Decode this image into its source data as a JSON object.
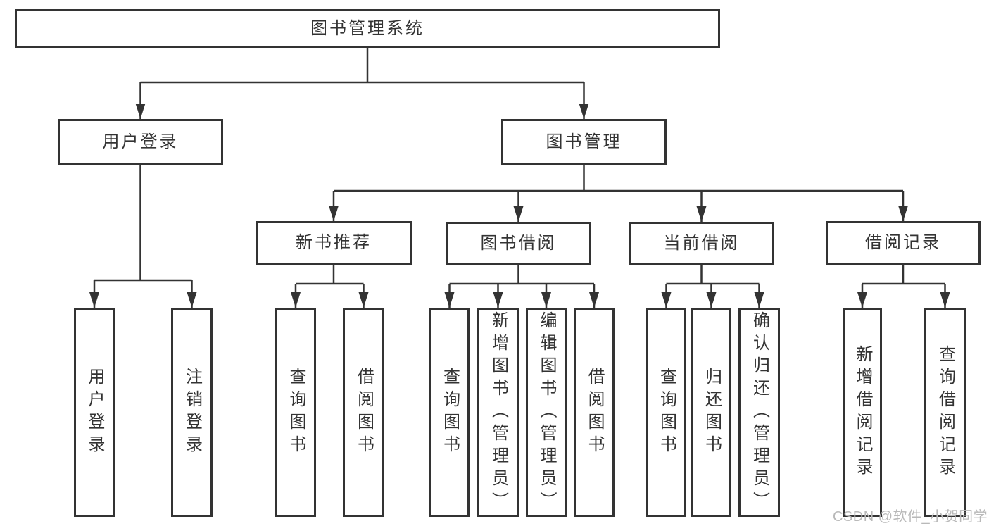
{
  "nodes": [
    {
      "id": "library-system",
      "label": "图书管理系统",
      "level": 1,
      "parent": null
    },
    {
      "id": "user-login",
      "label": "用户登录",
      "level": 2,
      "parent": "library-system"
    },
    {
      "id": "book-management",
      "label": "图书管理",
      "level": 2,
      "parent": "library-system"
    },
    {
      "id": "new-book-recommend",
      "label": "新书推荐",
      "level": 3,
      "parent": "book-management"
    },
    {
      "id": "book-borrowing",
      "label": "图书借阅",
      "level": 3,
      "parent": "book-management"
    },
    {
      "id": "current-borrowing",
      "label": "当前借阅",
      "level": 3,
      "parent": "book-management"
    },
    {
      "id": "borrowing-records",
      "label": "借阅记录",
      "level": 3,
      "parent": "book-management"
    },
    {
      "id": "leaf-user-login",
      "label": "用户登录",
      "level": 4,
      "parent": "user-login"
    },
    {
      "id": "leaf-logout",
      "label": "注销登录",
      "level": 4,
      "parent": "user-login"
    },
    {
      "id": "leaf-query-books-rec",
      "label": "查询图书",
      "level": 4,
      "parent": "new-book-recommend"
    },
    {
      "id": "leaf-borrow-books-rec",
      "label": "借阅图书",
      "level": 4,
      "parent": "new-book-recommend"
    },
    {
      "id": "leaf-query-books-borrow",
      "label": "查询图书",
      "level": 4,
      "parent": "book-borrowing"
    },
    {
      "id": "leaf-add-books-admin",
      "label": "新增图书（管理员）",
      "level": 4,
      "parent": "book-borrowing"
    },
    {
      "id": "leaf-edit-books-admin",
      "label": "编辑图书（管理员）",
      "level": 4,
      "parent": "book-borrowing"
    },
    {
      "id": "leaf-borrow-books-borrow",
      "label": "借阅图书",
      "level": 4,
      "parent": "book-borrowing"
    },
    {
      "id": "leaf-query-books-current",
      "label": "查询图书",
      "level": 4,
      "parent": "current-borrowing"
    },
    {
      "id": "leaf-return-books",
      "label": "归还图书",
      "level": 4,
      "parent": "current-borrowing"
    },
    {
      "id": "leaf-confirm-return-admin",
      "label": "确认归还（管理员）",
      "level": 4,
      "parent": "current-borrowing"
    },
    {
      "id": "leaf-add-borrow-record",
      "label": "新增借阅记录",
      "level": 4,
      "parent": "borrowing-records"
    },
    {
      "id": "leaf-query-borrow-record",
      "label": "查询借阅记录",
      "level": 4,
      "parent": "borrowing-records"
    }
  ],
  "watermark": {
    "text": "CSDN @软件_小贺同学",
    "color": "#b9b9b9"
  },
  "colors": {
    "line": "#333333",
    "box_border": "#333333",
    "box_background": "#ffffff",
    "text": "#333333",
    "page_background": "#ffffff"
  }
}
